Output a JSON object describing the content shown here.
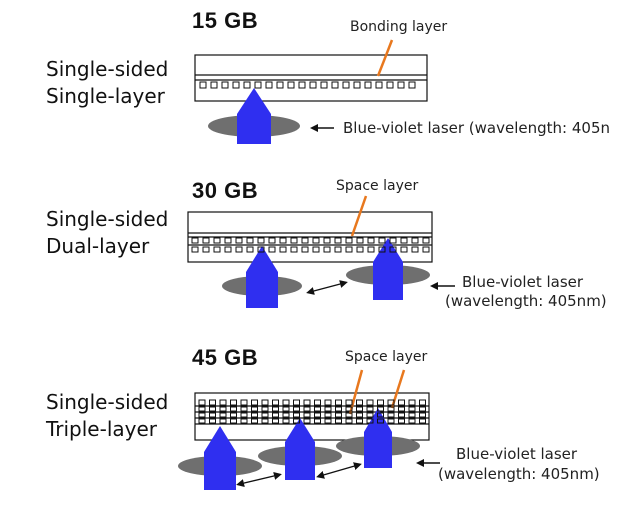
{
  "sections": [
    {
      "capacity": "15 GB",
      "label_line1": "Single-sided",
      "label_line2": "Single-layer",
      "annotation": "Bonding layer",
      "laser_text": "Blue-violet laser (wavelength: 405n"
    },
    {
      "capacity": "30 GB",
      "label_line1": "Single-sided",
      "label_line2": "Dual-layer",
      "annotation": "Space layer",
      "laser_line1": "Blue-violet laser",
      "laser_line2": "(wavelength: 405nm)"
    },
    {
      "capacity": "45 GB",
      "label_line1": "Single-sided",
      "label_line2": "Triple-layer",
      "annotation": "Space layer",
      "laser_line1": "Blue-violet laser",
      "laser_line2": "(wavelength: 405nm)"
    }
  ],
  "colors": {
    "beam": "#2f2ff0",
    "spot": "#6f6f6f",
    "pointer": "#e8781e",
    "line": "#111111"
  }
}
